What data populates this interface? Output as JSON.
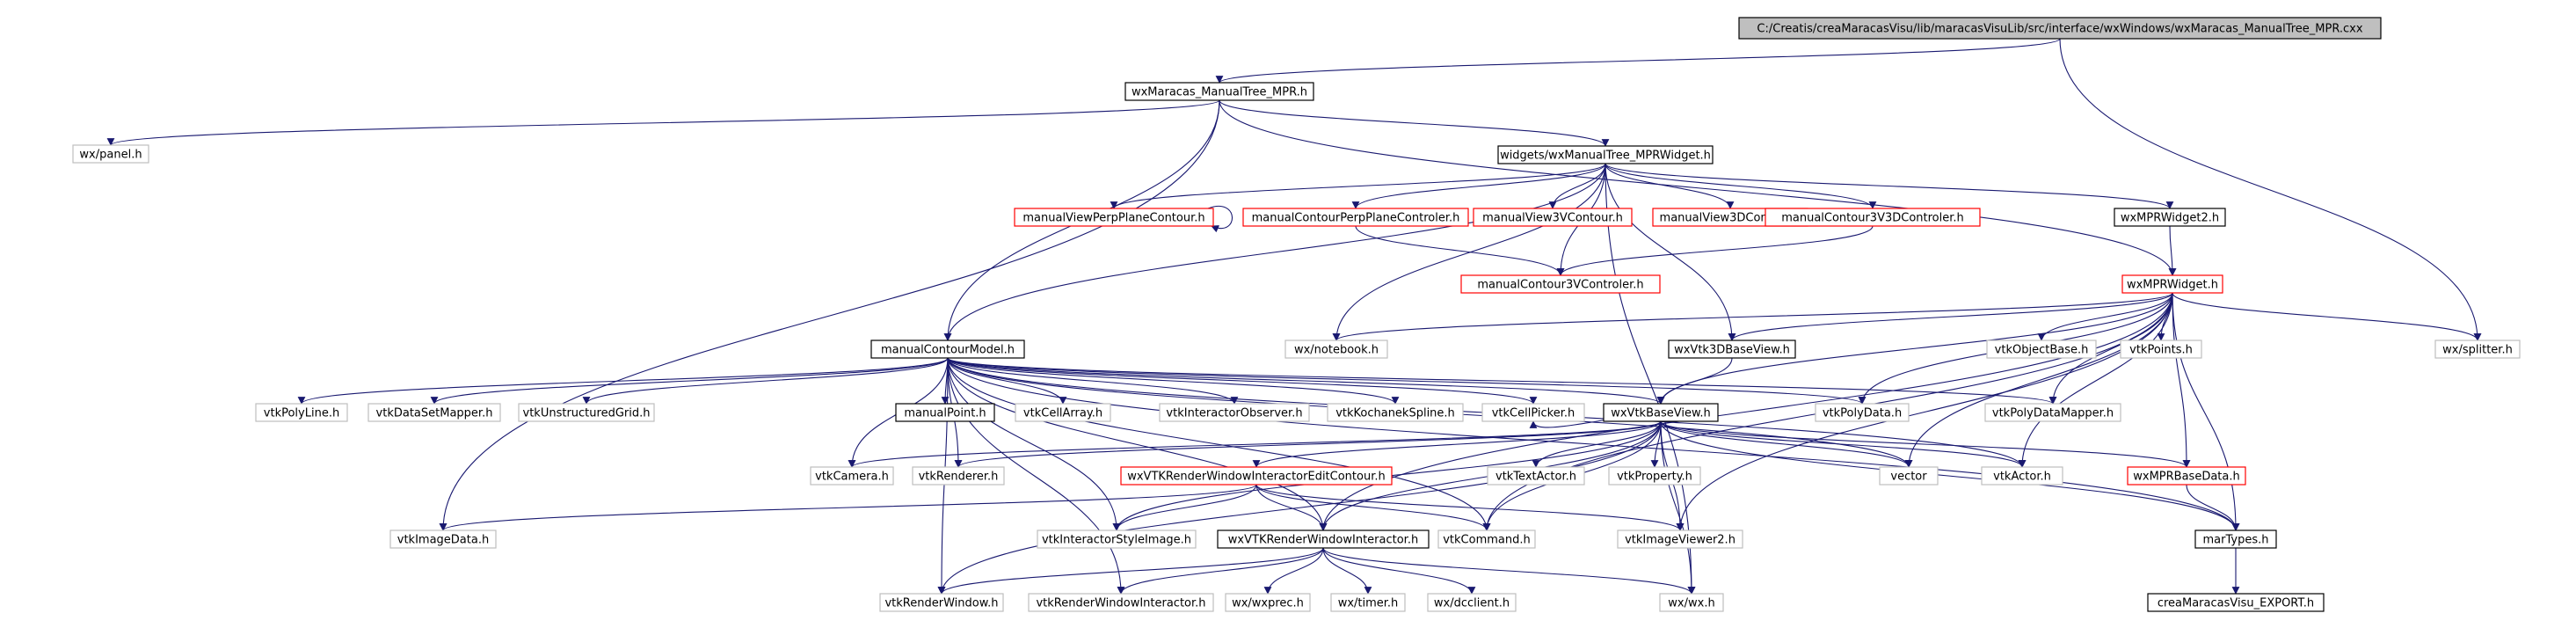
{
  "colors": {
    "edge": "#191970",
    "root_fill": "#bfbfbf",
    "documented_border": "#000000",
    "undocumented_border": "#bfbfbf",
    "truncated_border": "#ff0000"
  },
  "nodes": [
    {
      "id": "root",
      "label": "C:/Creatis/creaMaracasVisu/lib/maracasVisuLib/src/interface/wxWindows/wxMaracas_ManualTree_MPR.cxx",
      "kind": "root"
    },
    {
      "id": "wxMaracas_ManualTree_MPR",
      "label": "wxMaracas_ManualTree_MPR.h",
      "kind": "documented"
    },
    {
      "id": "wx_panel",
      "label": "wx/panel.h",
      "kind": "external"
    },
    {
      "id": "wxManualTree_MPRWidget",
      "label": "widgets/wxManualTree_MPRWidget.h",
      "kind": "documented"
    },
    {
      "id": "manualViewPerpPlaneContour",
      "label": "manualViewPerpPlaneContour.h",
      "kind": "truncated"
    },
    {
      "id": "manualContourPerpPlaneControler",
      "label": "manualContourPerpPlaneControler.h",
      "kind": "truncated"
    },
    {
      "id": "manualView3VContour",
      "label": "manualView3VContour.h",
      "kind": "truncated"
    },
    {
      "id": "manualView3DContour",
      "label": "manualView3DContour.h",
      "kind": "truncated"
    },
    {
      "id": "manualContour3V3DControler",
      "label": "manualContour3V3DControler.h",
      "kind": "truncated"
    },
    {
      "id": "wxMPRWidget2",
      "label": "wxMPRWidget2.h",
      "kind": "documented"
    },
    {
      "id": "manualContour3VControler",
      "label": "manualContour3VControler.h",
      "kind": "truncated"
    },
    {
      "id": "wxMPRWidget",
      "label": "wxMPRWidget.h",
      "kind": "truncated"
    },
    {
      "id": "manualContourModel",
      "label": "manualContourModel.h",
      "kind": "documented"
    },
    {
      "id": "wx_notebook",
      "label": "wx/notebook.h",
      "kind": "external"
    },
    {
      "id": "wxVtk3DBaseView",
      "label": "wxVtk3DBaseView.h",
      "kind": "documented"
    },
    {
      "id": "vtkObjectBase",
      "label": "vtkObjectBase.h",
      "kind": "external"
    },
    {
      "id": "vtkPoints",
      "label": "vtkPoints.h",
      "kind": "external"
    },
    {
      "id": "wx_splitter",
      "label": "wx/splitter.h",
      "kind": "external"
    },
    {
      "id": "vtkPolyLine",
      "label": "vtkPolyLine.h",
      "kind": "external"
    },
    {
      "id": "vtkDataSetMapper",
      "label": "vtkDataSetMapper.h",
      "kind": "external"
    },
    {
      "id": "vtkUnstructuredGrid",
      "label": "vtkUnstructuredGrid.h",
      "kind": "external"
    },
    {
      "id": "manualPoint",
      "label": "manualPoint.h",
      "kind": "documented"
    },
    {
      "id": "vtkCellArray",
      "label": "vtkCellArray.h",
      "kind": "external"
    },
    {
      "id": "vtkInteractorObserver",
      "label": "vtkInteractorObserver.h",
      "kind": "external"
    },
    {
      "id": "vtkKochanekSpline",
      "label": "vtkKochanekSpline.h",
      "kind": "external"
    },
    {
      "id": "vtkCellPicker",
      "label": "vtkCellPicker.h",
      "kind": "external"
    },
    {
      "id": "wxVtkBaseView",
      "label": "wxVtkBaseView.h",
      "kind": "documented"
    },
    {
      "id": "vtkPolyData",
      "label": "vtkPolyData.h",
      "kind": "external"
    },
    {
      "id": "vtkPolyDataMapper",
      "label": "vtkPolyDataMapper.h",
      "kind": "external"
    },
    {
      "id": "vtkCamera",
      "label": "vtkCamera.h",
      "kind": "external"
    },
    {
      "id": "vtkRenderer",
      "label": "vtkRenderer.h",
      "kind": "external"
    },
    {
      "id": "wxVTKRenderWindowInteractorEditContour",
      "label": "wxVTKRenderWindowInteractorEditContour.h",
      "kind": "truncated"
    },
    {
      "id": "vtkTextActor",
      "label": "vtkTextActor.h",
      "kind": "external"
    },
    {
      "id": "vtkProperty",
      "label": "vtkProperty.h",
      "kind": "external"
    },
    {
      "id": "vector",
      "label": "vector",
      "kind": "external"
    },
    {
      "id": "vtkActor",
      "label": "vtkActor.h",
      "kind": "external"
    },
    {
      "id": "wxMPRBaseData",
      "label": "wxMPRBaseData.h",
      "kind": "truncated"
    },
    {
      "id": "vtkImageData",
      "label": "vtkImageData.h",
      "kind": "external"
    },
    {
      "id": "vtkInteractorStyleImage",
      "label": "vtkInteractorStyleImage.h",
      "kind": "external"
    },
    {
      "id": "wxVTKRenderWindowInteractor",
      "label": "wxVTKRenderWindowInteractor.h",
      "kind": "documented"
    },
    {
      "id": "vtkCommand",
      "label": "vtkCommand.h",
      "kind": "external"
    },
    {
      "id": "vtkImageViewer2",
      "label": "vtkImageViewer2.h",
      "kind": "external"
    },
    {
      "id": "marTypes",
      "label": "marTypes.h",
      "kind": "documented"
    },
    {
      "id": "vtkRenderWindow",
      "label": "vtkRenderWindow.h",
      "kind": "external"
    },
    {
      "id": "vtkRenderWindowInteractor",
      "label": "vtkRenderWindowInteractor.h",
      "kind": "external"
    },
    {
      "id": "wx_wxprec",
      "label": "wx/wxprec.h",
      "kind": "external"
    },
    {
      "id": "wx_timer",
      "label": "wx/timer.h",
      "kind": "external"
    },
    {
      "id": "wx_dcclient",
      "label": "wx/dcclient.h",
      "kind": "external"
    },
    {
      "id": "wx_wx",
      "label": "wx/wx.h",
      "kind": "external"
    },
    {
      "id": "creaMaracasVisu_EXPORT",
      "label": "creaMaracasVisu_EXPORT.h",
      "kind": "documented"
    }
  ],
  "edges": [
    [
      "root",
      "wxMaracas_ManualTree_MPR"
    ],
    [
      "root",
      "wx_splitter"
    ],
    [
      "wxMaracas_ManualTree_MPR",
      "wx_panel"
    ],
    [
      "wxMaracas_ManualTree_MPR",
      "wxManualTree_MPRWidget"
    ],
    [
      "wxMaracas_ManualTree_MPR",
      "manualContourModel"
    ],
    [
      "wxMaracas_ManualTree_MPR",
      "wxMPRWidget"
    ],
    [
      "wxMaracas_ManualTree_MPR",
      "vtkImageData"
    ],
    [
      "wxManualTree_MPRWidget",
      "manualViewPerpPlaneContour"
    ],
    [
      "wxManualTree_MPRWidget",
      "manualContourPerpPlaneControler"
    ],
    [
      "wxManualTree_MPRWidget",
      "manualView3VContour"
    ],
    [
      "wxManualTree_MPRWidget",
      "manualView3DContour"
    ],
    [
      "wxManualTree_MPRWidget",
      "manualContour3V3DControler"
    ],
    [
      "wxManualTree_MPRWidget",
      "wxMPRWidget2"
    ],
    [
      "wxManualTree_MPRWidget",
      "manualContour3VControler"
    ],
    [
      "wxManualTree_MPRWidget",
      "wx_notebook"
    ],
    [
      "wxManualTree_MPRWidget",
      "manualContourModel"
    ],
    [
      "wxManualTree_MPRWidget",
      "wxVtk3DBaseView"
    ],
    [
      "wxManualTree_MPRWidget",
      "wx_wx"
    ],
    [
      "manualViewPerpPlaneContour",
      "manualViewPerpPlaneContour"
    ],
    [
      "manualContourPerpPlaneControler",
      "manualContour3VControler"
    ],
    [
      "manualContour3V3DControler",
      "manualContour3VControler"
    ],
    [
      "wxMPRWidget2",
      "wxMPRWidget"
    ],
    [
      "wxMPRWidget",
      "wx_notebook"
    ],
    [
      "wxMPRWidget",
      "wxVtk3DBaseView"
    ],
    [
      "wxMPRWidget",
      "vtkObjectBase"
    ],
    [
      "wxMPRWidget",
      "vtkPoints"
    ],
    [
      "wxMPRWidget",
      "wx_splitter"
    ],
    [
      "wxMPRWidget",
      "wxVtkBaseView"
    ],
    [
      "wxMPRWidget",
      "vtkPolyData"
    ],
    [
      "wxMPRWidget",
      "vtkPolyDataMapper"
    ],
    [
      "wxMPRWidget",
      "vector"
    ],
    [
      "wxMPRWidget",
      "vtkActor"
    ],
    [
      "wxMPRWidget",
      "wxMPRBaseData"
    ],
    [
      "wxMPRWidget",
      "marTypes"
    ],
    [
      "wxMPRWidget",
      "vtkImageViewer2"
    ],
    [
      "wxMPRWidget",
      "vtkCommand"
    ],
    [
      "wxMPRWidget",
      "wxVTKRenderWindowInteractor"
    ],
    [
      "wxVtk3DBaseView",
      "wxVtkBaseView"
    ],
    [
      "manualContourModel",
      "vtkPolyLine"
    ],
    [
      "manualContourModel",
      "vtkDataSetMapper"
    ],
    [
      "manualContourModel",
      "vtkUnstructuredGrid"
    ],
    [
      "manualContourModel",
      "manualPoint"
    ],
    [
      "manualContourModel",
      "vtkCellArray"
    ],
    [
      "manualContourModel",
      "vtkInteractorObserver"
    ],
    [
      "manualContourModel",
      "vtkKochanekSpline"
    ],
    [
      "manualContourModel",
      "vtkCellPicker"
    ],
    [
      "manualContourModel",
      "wxVtkBaseView"
    ],
    [
      "manualContourModel",
      "vtkPolyData"
    ],
    [
      "manualContourModel",
      "vtkPolyDataMapper"
    ],
    [
      "manualContourModel",
      "vtkCamera"
    ],
    [
      "manualContourModel",
      "vtkRenderer"
    ],
    [
      "manualContourModel",
      "vector"
    ],
    [
      "manualContourModel",
      "vtkActor"
    ],
    [
      "manualContourModel",
      "marTypes"
    ],
    [
      "manualContourModel",
      "vtkRenderWindow"
    ],
    [
      "manualContourModel",
      "vtkInteractorStyleImage"
    ],
    [
      "manualContourModel",
      "wxVTKRenderWindowInteractor"
    ],
    [
      "manualContourModel",
      "vtkCommand"
    ],
    [
      "manualContourModel",
      "vtkRenderWindowInteractor"
    ],
    [
      "wxVtkBaseView",
      "vtkCellPicker"
    ],
    [
      "wxVtkBaseView",
      "vtkCamera"
    ],
    [
      "wxVtkBaseView",
      "vtkRenderer"
    ],
    [
      "wxVtkBaseView",
      "wxVTKRenderWindowInteractorEditContour"
    ],
    [
      "wxVtkBaseView",
      "vtkTextActor"
    ],
    [
      "wxVtkBaseView",
      "vtkProperty"
    ],
    [
      "wxVtkBaseView",
      "vector"
    ],
    [
      "wxVtkBaseView",
      "vtkActor"
    ],
    [
      "wxVtkBaseView",
      "wxMPRBaseData"
    ],
    [
      "wxVtkBaseView",
      "marTypes"
    ],
    [
      "wxVtkBaseView",
      "vtkInteractorStyleImage"
    ],
    [
      "wxVtkBaseView",
      "wxVTKRenderWindowInteractor"
    ],
    [
      "wxVtkBaseView",
      "vtkCommand"
    ],
    [
      "wxVtkBaseView",
      "vtkImageViewer2"
    ],
    [
      "wxVtkBaseView",
      "vtkRenderWindow"
    ],
    [
      "wxVtkBaseView",
      "wx_wx"
    ],
    [
      "wxVTKRenderWindowInteractorEditContour",
      "vtkImageData"
    ],
    [
      "wxVTKRenderWindowInteractorEditContour",
      "vtkInteractorStyleImage"
    ],
    [
      "wxVTKRenderWindowInteractorEditContour",
      "wxVTKRenderWindowInteractor"
    ],
    [
      "wxVTKRenderWindowInteractorEditContour",
      "vtkCommand"
    ],
    [
      "wxVTKRenderWindowInteractorEditContour",
      "vtkImageViewer2"
    ],
    [
      "wxMPRBaseData",
      "marTypes"
    ],
    [
      "wxVTKRenderWindowInteractor",
      "vtkRenderWindow"
    ],
    [
      "wxVTKRenderWindowInteractor",
      "vtkRenderWindowInteractor"
    ],
    [
      "wxVTKRenderWindowInteractor",
      "wx_wxprec"
    ],
    [
      "wxVTKRenderWindowInteractor",
      "wx_timer"
    ],
    [
      "wxVTKRenderWindowInteractor",
      "wx_dcclient"
    ],
    [
      "wxVTKRenderWindowInteractor",
      "wx_wx"
    ],
    [
      "marTypes",
      "creaMaracasVisu_EXPORT"
    ]
  ]
}
